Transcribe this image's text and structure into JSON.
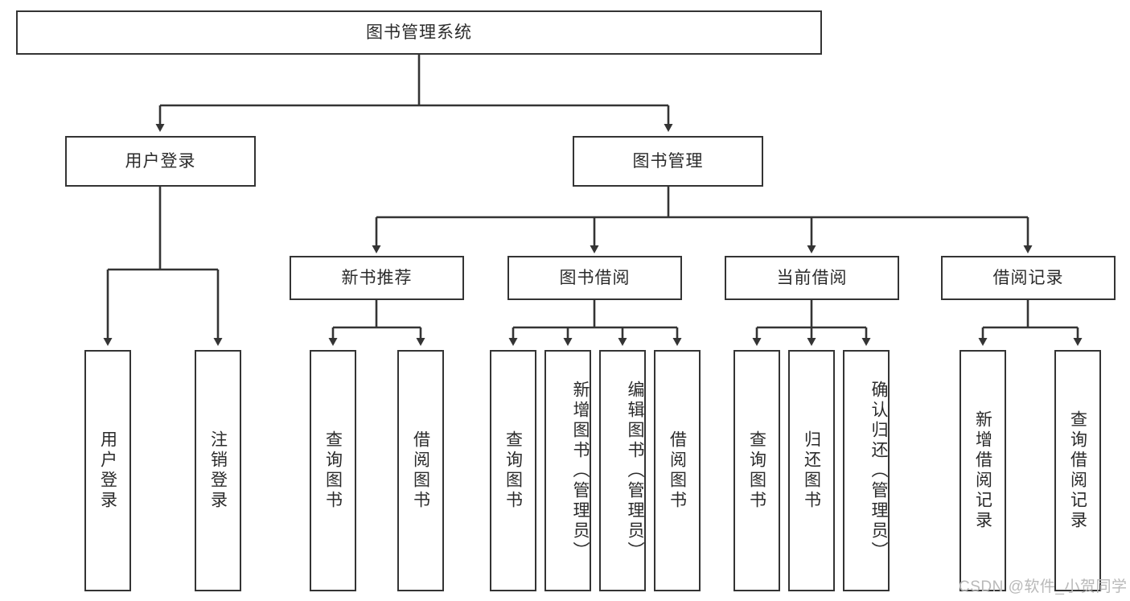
{
  "diagram": {
    "type": "tree-hierarchy-chart",
    "title": "图书管理系统",
    "watermark": "CSDN @软件_小贺同学",
    "colors": {
      "stroke": "#343434",
      "text": "#2b2b2b",
      "background": "#ffffff",
      "watermark": "#b9b9b9"
    },
    "root": {
      "label": "图书管理系统",
      "orientation": "horizontal"
    },
    "level2": [
      {
        "label": "用户登录",
        "orientation": "horizontal"
      },
      {
        "label": "图书管理",
        "orientation": "horizontal"
      }
    ],
    "level3": [
      {
        "label": "新书推荐",
        "orientation": "horizontal",
        "parent": "图书管理"
      },
      {
        "label": "图书借阅",
        "orientation": "horizontal",
        "parent": "图书管理"
      },
      {
        "label": "当前借阅",
        "orientation": "horizontal",
        "parent": "图书管理"
      },
      {
        "label": "借阅记录",
        "orientation": "horizontal",
        "parent": "图书管理"
      }
    ],
    "leaves": {
      "user_login": [
        {
          "label": "用户登录",
          "orientation": "vertical"
        },
        {
          "label": "注销登录",
          "orientation": "vertical"
        }
      ],
      "new_book_recommend": [
        {
          "label": "查询图书",
          "orientation": "vertical"
        },
        {
          "label": "借阅图书",
          "orientation": "vertical"
        }
      ],
      "book_borrow": [
        {
          "label": "查询图书",
          "orientation": "vertical"
        },
        {
          "label": "新增图书（管理员）",
          "orientation": "vertical"
        },
        {
          "label": "编辑图书（管理员）",
          "orientation": "vertical"
        },
        {
          "label": "借阅图书",
          "orientation": "vertical"
        }
      ],
      "current_borrow": [
        {
          "label": "查询图书",
          "orientation": "vertical"
        },
        {
          "label": "归还图书",
          "orientation": "vertical"
        },
        {
          "label": "确认归还（管理员）",
          "orientation": "vertical"
        }
      ],
      "borrow_record": [
        {
          "label": "新增借阅记录",
          "orientation": "vertical"
        },
        {
          "label": "查询借阅记录",
          "orientation": "vertical"
        }
      ]
    }
  }
}
